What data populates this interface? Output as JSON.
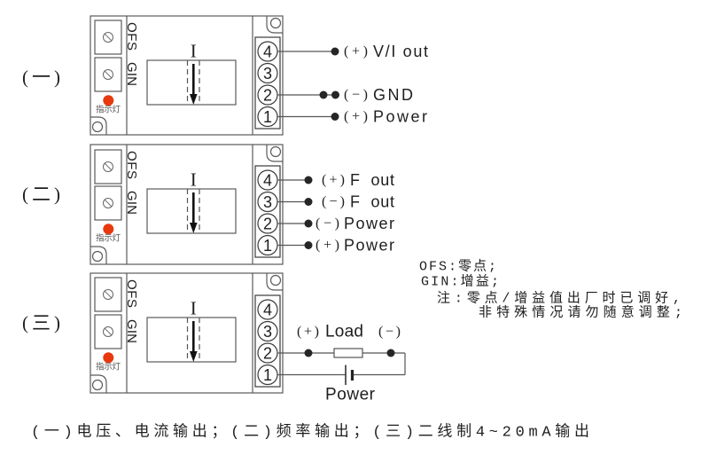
{
  "modules": [
    {
      "label": "(一)",
      "pot_labels": [
        "OFS",
        "GIN"
      ],
      "indicator_label": "指示灯",
      "current_symbol": "I",
      "terminals": [
        "4",
        "3",
        "2",
        "1"
      ],
      "connections": [
        {
          "terminal": "4",
          "sign": "(+)",
          "signal": "V/I out"
        },
        {
          "terminal": "2",
          "sign": "(−)",
          "signal": "GND"
        },
        {
          "terminal": "1",
          "sign": "(+)",
          "signal": "Power"
        }
      ]
    },
    {
      "label": "(二)",
      "pot_labels": [
        "OFS",
        "GIN"
      ],
      "indicator_label": "指示灯",
      "current_symbol": "I",
      "terminals": [
        "4",
        "3",
        "2",
        "1"
      ],
      "connections": [
        {
          "terminal": "4",
          "sign": "(+)",
          "signal": "F out"
        },
        {
          "terminal": "3",
          "sign": "(−)",
          "signal": "F out"
        },
        {
          "terminal": "2",
          "sign": "(−)",
          "signal": "Power"
        },
        {
          "terminal": "1",
          "sign": "(+)",
          "signal": "Power"
        }
      ]
    },
    {
      "label": "(三)",
      "pot_labels": [
        "OFS",
        "GIN"
      ],
      "indicator_label": "指示灯",
      "current_symbol": "I",
      "terminals": [
        "4",
        "3",
        "2",
        "1"
      ],
      "loop": {
        "load_positive": "(+)",
        "load": "Load",
        "load_negative": "(−)",
        "supply": "Power"
      }
    }
  ],
  "notes": [
    "OFS:零点;",
    "GIN:增益;",
    "注:零点/增益值出厂时已调好,",
    "非特殊情况请勿随意调整;"
  ],
  "caption": "(一)电压、电流输出；(二)频率输出；(三)二线制4~20mA输出",
  "colors": {
    "indicator_led": "#e8380e",
    "outline": "#5a5a5a",
    "text": "#1e1e1e"
  }
}
